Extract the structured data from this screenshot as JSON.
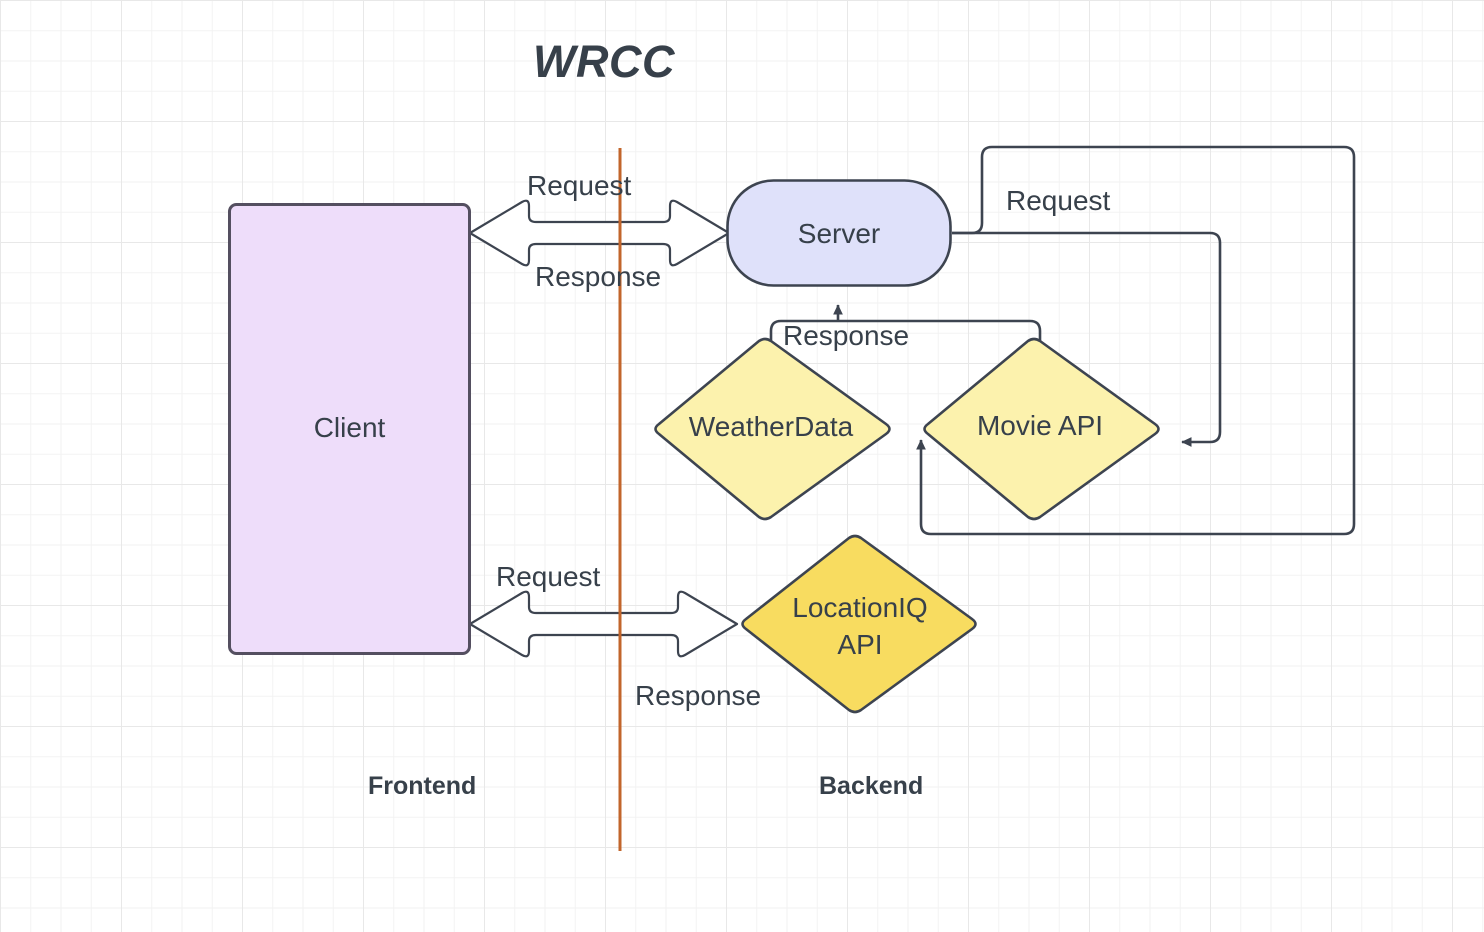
{
  "diagram": {
    "title": "WRCC",
    "lanes": [
      {
        "key": "frontend",
        "label": "Frontend"
      },
      {
        "key": "backend",
        "label": "Backend"
      }
    ],
    "nodes": [
      {
        "key": "client",
        "label": "Client",
        "shape": "rounded-rect",
        "fill": "#eeddfa",
        "stroke": "#544f60"
      },
      {
        "key": "server",
        "label": "Server",
        "shape": "stadium",
        "fill": "#dfe1fa",
        "stroke": "#3d4450"
      },
      {
        "key": "weatherdata",
        "label": "WeatherData",
        "shape": "diamond",
        "fill": "#fcf2ad",
        "stroke": "#3d4450"
      },
      {
        "key": "movieapi",
        "label": "Movie API",
        "shape": "diamond",
        "fill": "#fcf2ad",
        "stroke": "#3d4450"
      },
      {
        "key": "locationiq",
        "label_line1": "LocationIQ",
        "label_line2": "API",
        "shape": "diamond",
        "fill": "#f8dc60",
        "stroke": "#3d4450"
      }
    ],
    "edges": [
      {
        "key": "client-server-request",
        "label": "Request",
        "style": "block-double-arrow"
      },
      {
        "key": "client-server-response",
        "label": "Response",
        "style": "block-double-arrow"
      },
      {
        "key": "server-apis-request",
        "label": "Request",
        "style": "orthogonal-arrow"
      },
      {
        "key": "apis-server-response",
        "label": "Response",
        "style": "orthogonal-arrow"
      },
      {
        "key": "client-locationiq-request",
        "label": "Request",
        "style": "block-double-arrow"
      },
      {
        "key": "client-locationiq-response",
        "label": "Response",
        "style": "block-double-arrow"
      }
    ],
    "divider": {
      "key": "frontend-backend-divider",
      "color": "#c2652b"
    },
    "colors": {
      "text": "#37404a",
      "stroke": "#3d4450",
      "client_fill": "#eeddfa",
      "server_fill": "#dfe1fa",
      "api_fill": "#fcf2ad",
      "locationiq_fill": "#f8dc60",
      "divider": "#c2652b",
      "grid_minor": "#f2f2f2",
      "grid_major": "#e8e8e8"
    }
  }
}
